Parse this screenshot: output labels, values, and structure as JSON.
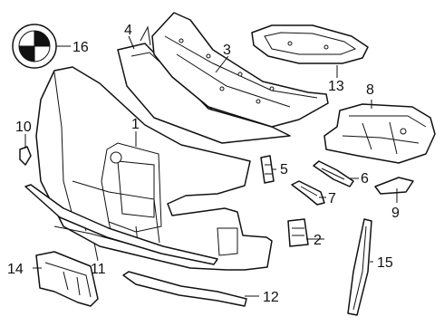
{
  "callouts": {
    "c1": "1",
    "c2": "2",
    "c3": "3",
    "c4": "4",
    "c5": "5",
    "c6": "6",
    "c7": "7",
    "c8": "8",
    "c9": "9",
    "c10": "10",
    "c11": "11",
    "c12": "12",
    "c13": "13",
    "c14": "14",
    "c15": "15",
    "c16": "16"
  },
  "emblem": {
    "brand": "BMW"
  }
}
